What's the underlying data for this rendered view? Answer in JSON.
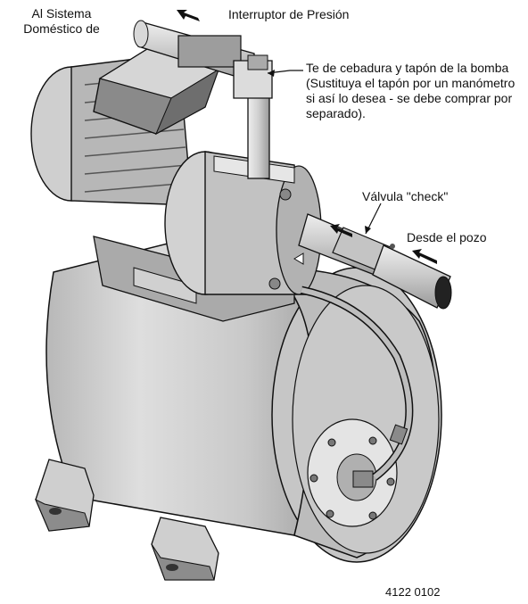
{
  "labels": {
    "outlet_line1": "Al Sistema",
    "outlet_line2": "Doméstico de",
    "pressure_switch": "Interruptor de Presión",
    "priming_tee": "Te de cebadura y tapón de la bomba (Sustituya el tapón por un manómetro si así lo desea - se debe comprar por separado).",
    "check_valve": "Válvula \"check\"",
    "from_well": "Desde el pozo",
    "figure_code": "4122 0102"
  },
  "colors": {
    "metal_light": "#d9d9d9",
    "metal_mid": "#bdbdbd",
    "metal_dark": "#8f8f8f",
    "outline": "#111111"
  }
}
